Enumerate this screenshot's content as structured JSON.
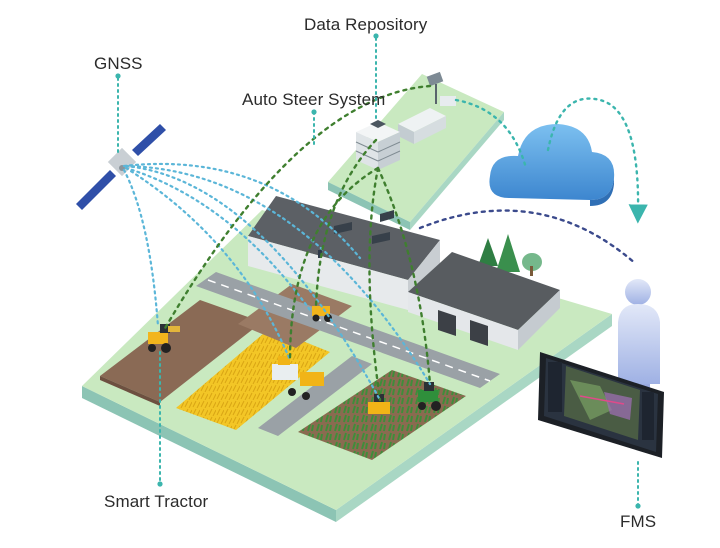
{
  "labels": {
    "data_repository": "Data Repository",
    "gnss": "GNSS",
    "auto_steer_system": "Auto Steer System",
    "smart_tractor": "Smart Tractor",
    "fms": "FMS"
  },
  "colors": {
    "gnss_link": "#5bb6d8",
    "steer_link": "#3f7f2f",
    "fms_link": "#3b4a8c",
    "cloud_link": "#3bb5ad",
    "ground": "#c9e9c0",
    "soil": "#8a6a55",
    "wheat": "#f2c322",
    "crops": "#3f8a3c",
    "road": "#9aa1a6",
    "building_roof": "#585c60",
    "cloud": "#4b97d8"
  },
  "icons": [
    "satellite-icon",
    "server-icon",
    "cloud-icon",
    "tractor-icon",
    "harvester-icon",
    "farmer-icon",
    "tablet-icon"
  ]
}
